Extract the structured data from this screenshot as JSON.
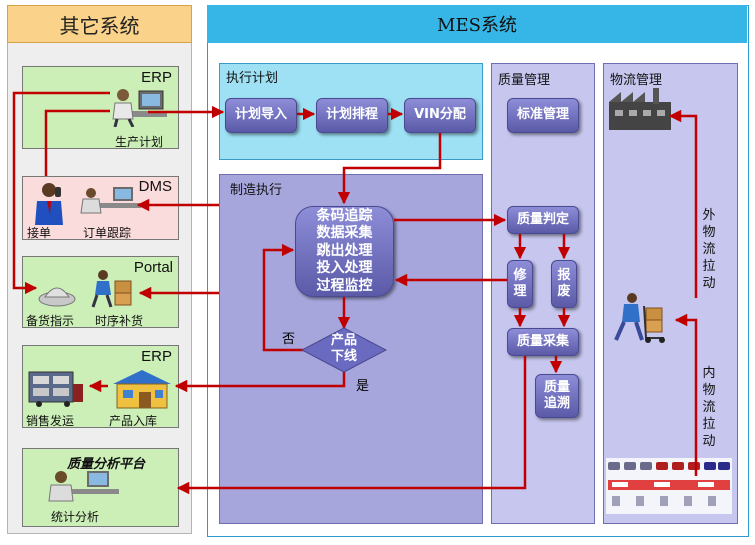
{
  "left": {
    "title": "其它系统",
    "erp_plan": {
      "title": "ERP",
      "label": "生产计划"
    },
    "dms": {
      "title": "DMS",
      "label_a": "接单",
      "label_b": "订单跟踪"
    },
    "portal": {
      "title": "Portal",
      "label_a": "备货指示",
      "label_b": "时序补货"
    },
    "erp_sales": {
      "title": "ERP",
      "label_a": "销售发运",
      "label_b": "产品入库"
    },
    "analysis": {
      "title": "质量分析平台",
      "label": "统计分析"
    }
  },
  "mes": {
    "title": "MES系统",
    "plan": {
      "title": "执行计划",
      "steps": [
        "计划导入",
        "计划排程",
        "VIN分配"
      ]
    },
    "exec": {
      "title": "制造执行",
      "center_lines": [
        "条码追踪",
        "数据采集",
        "跳出处理",
        "投入处理",
        "过程监控"
      ],
      "decision": [
        "产品",
        "下线"
      ],
      "no_label": "否",
      "yes_label": "是"
    },
    "quality": {
      "title": "质量管理",
      "standard": "标准管理",
      "judge": "质量判定",
      "repair": [
        "修",
        "理"
      ],
      "scrap": [
        "报",
        "废"
      ],
      "collect": "质量采集",
      "trace": [
        "质量",
        "追溯"
      ]
    },
    "logistics": {
      "title": "物流管理",
      "external_pull": "外物流拉动",
      "internal_pull": "内物流拉动"
    }
  },
  "colors": {
    "arrow": "#c00000",
    "left_header": "#fbd28a",
    "mes_header": "#36b6e6",
    "plan_bg": "#9ee0f4",
    "exec_bg": "#a6a6dc",
    "section_bg": "#c6c6ee",
    "green_box": "#ccefb8",
    "pink_box": "#fbdcdc"
  }
}
